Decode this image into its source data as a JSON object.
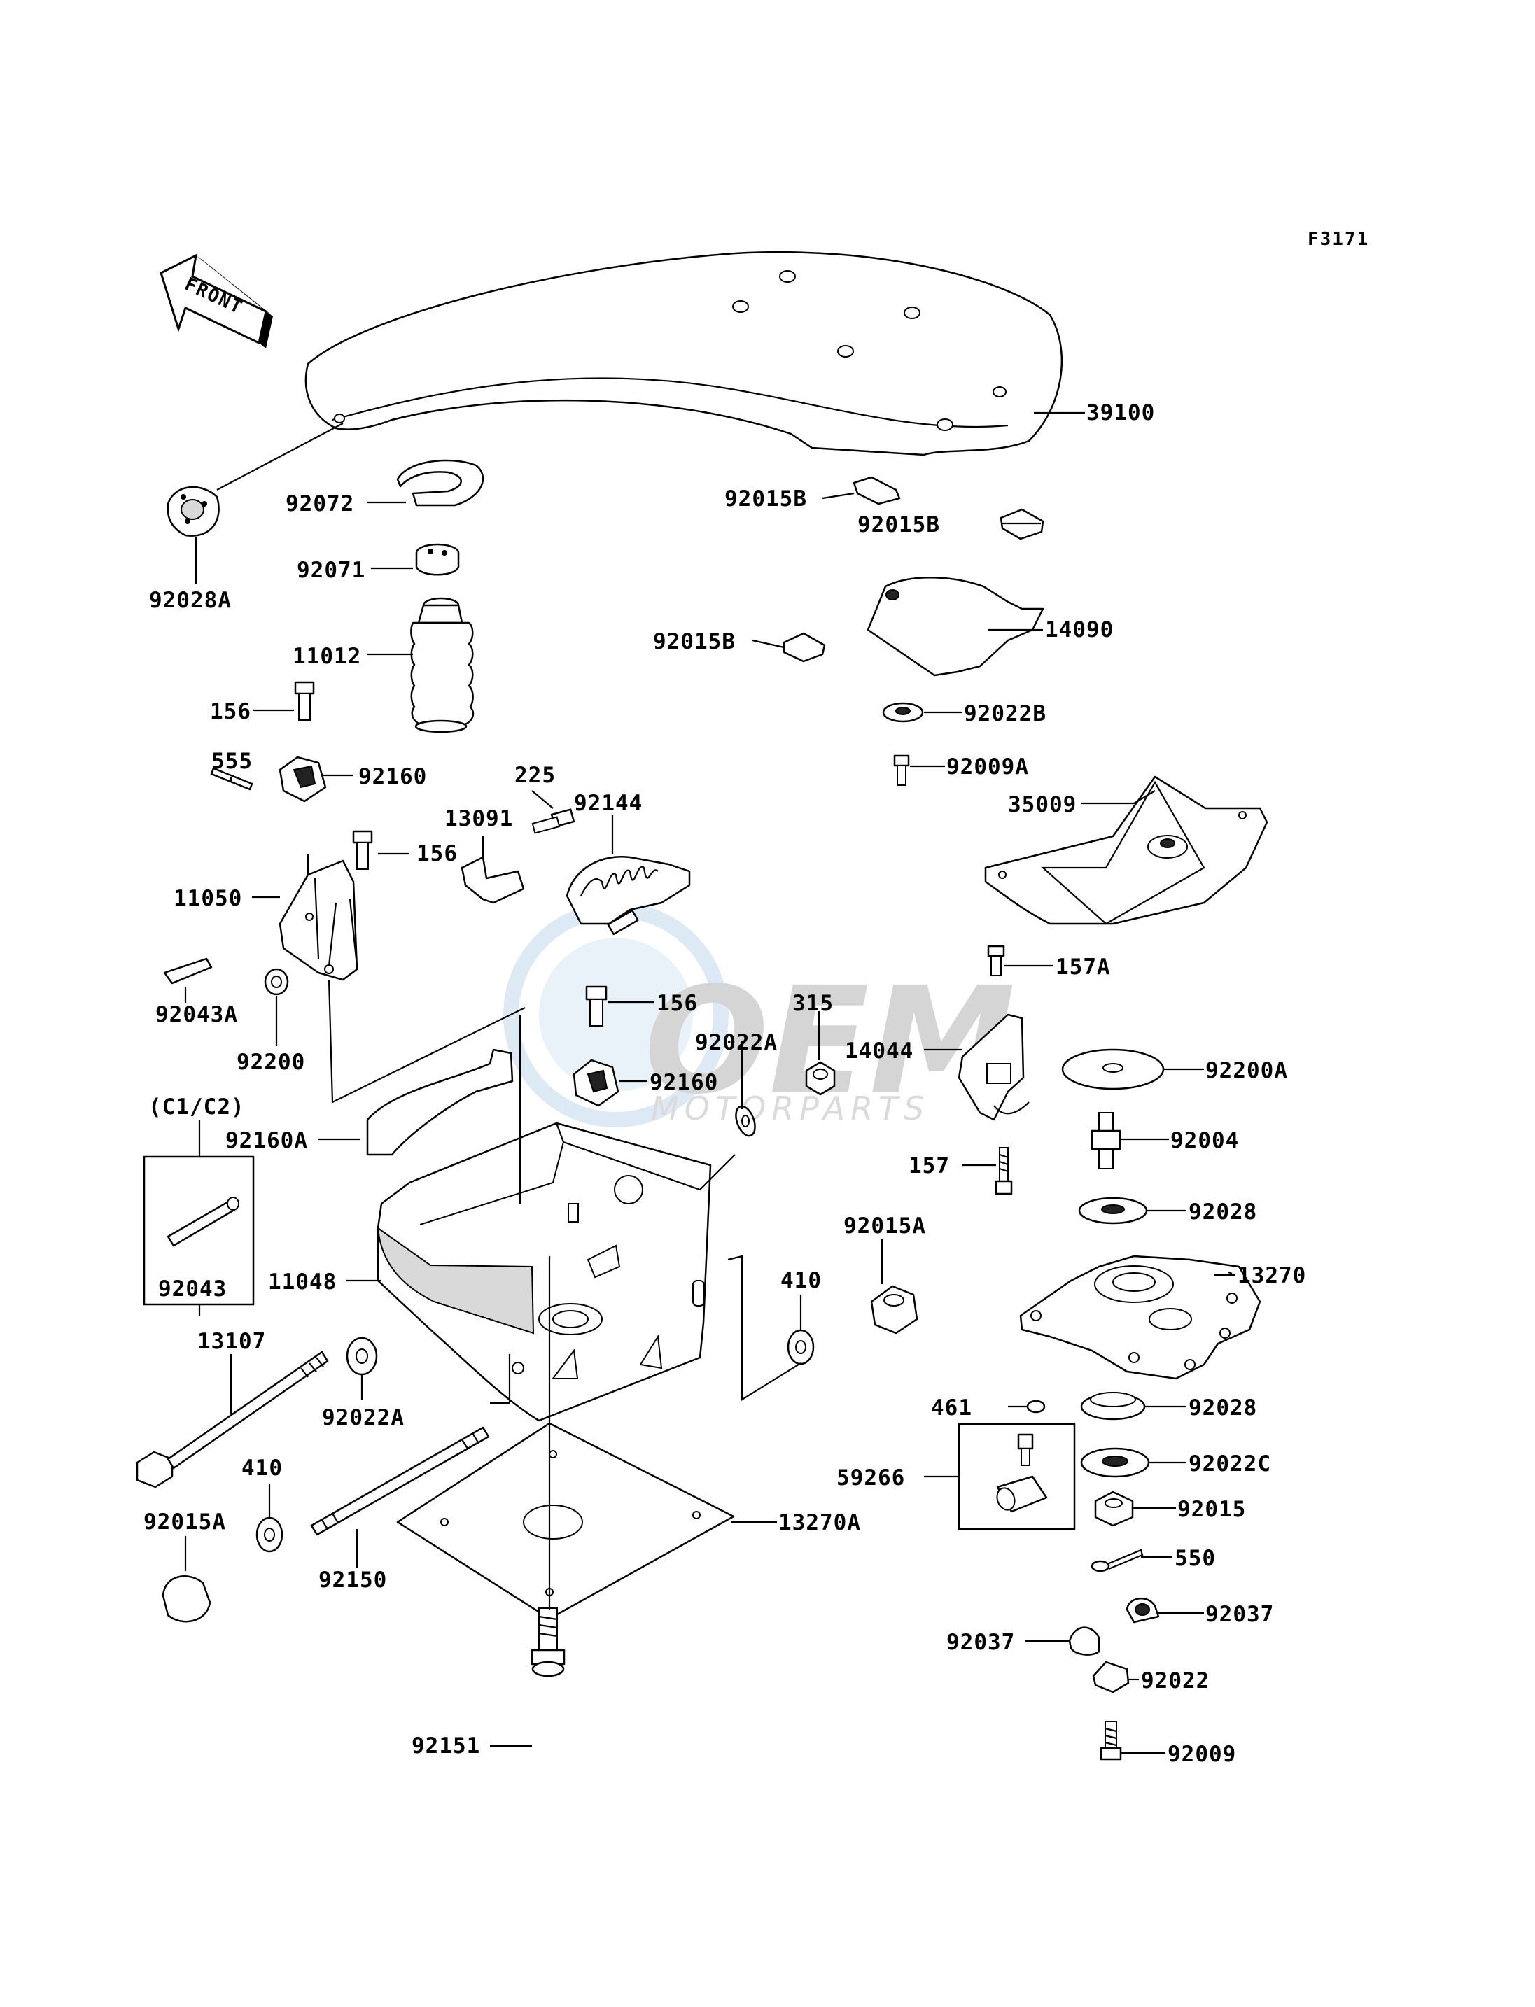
{
  "figure_code": "F3171",
  "front_arrow_label": "FRONT",
  "watermark": {
    "brand_text": "OEM",
    "tagline": "MOTORPARTS"
  },
  "callouts": [
    "39100",
    "92072",
    "92028A",
    "92071",
    "11012",
    "156",
    "555",
    "92160",
    "225",
    "13091",
    "92144",
    "156",
    "11050",
    "92043A",
    "92200",
    "156",
    "315",
    "92022A",
    "92160",
    "14044",
    "(C1/C2)",
    "92160A",
    "92043",
    "11048",
    "13107",
    "92022A",
    "410",
    "92015A",
    "410",
    "92150",
    "92151",
    "13270A",
    "92015B",
    "92015B",
    "14090",
    "92015B",
    "92022B",
    "92009A",
    "35009",
    "157A",
    "92200A",
    "92004",
    "157",
    "92028",
    "92015A",
    "13270",
    "461",
    "92028",
    "59266",
    "92022C",
    "92015",
    "550",
    "92037",
    "92037",
    "92022",
    "92009"
  ],
  "colors": {
    "line": "#000000",
    "background": "#ffffff",
    "watermark_blue": "#9fc3e0",
    "watermark_grey": "#9a9a9a"
  }
}
